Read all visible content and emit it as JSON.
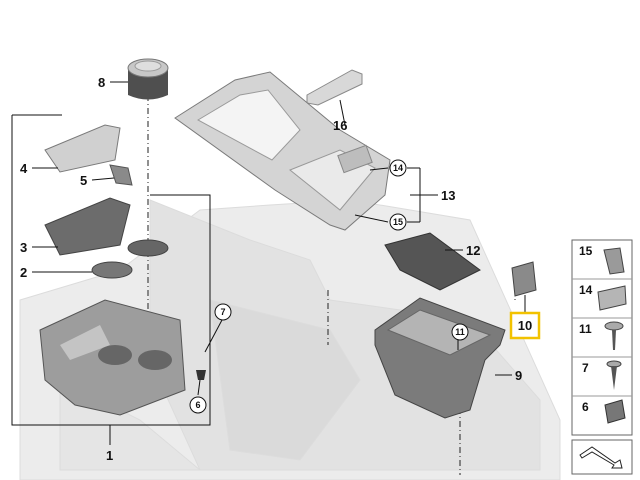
{
  "callouts": {
    "c1": "1",
    "c2": "2",
    "c3": "3",
    "c4": "4",
    "c5": "5",
    "c6": "6",
    "c7": "7",
    "c8": "8",
    "c9": "9",
    "c10": "10",
    "c11": "11",
    "c12": "12",
    "c13": "13",
    "c14": "14",
    "c15": "15",
    "c16": "16"
  },
  "legend": [
    {
      "num": "15",
      "icon": "clip-nut-icon"
    },
    {
      "num": "14",
      "icon": "spring-clip-icon"
    },
    {
      "num": "11",
      "icon": "washer-screw-icon"
    },
    {
      "num": "7",
      "icon": "tapping-screw-icon"
    },
    {
      "num": "6",
      "icon": "expanding-rivet-icon"
    }
  ],
  "colors": {
    "part_dark": "#6e6e6e",
    "part_mid": "#9a9a9a",
    "part_light": "#c9c9c9",
    "ghost": "#e9e9e9",
    "highlight": "#f2c200"
  }
}
